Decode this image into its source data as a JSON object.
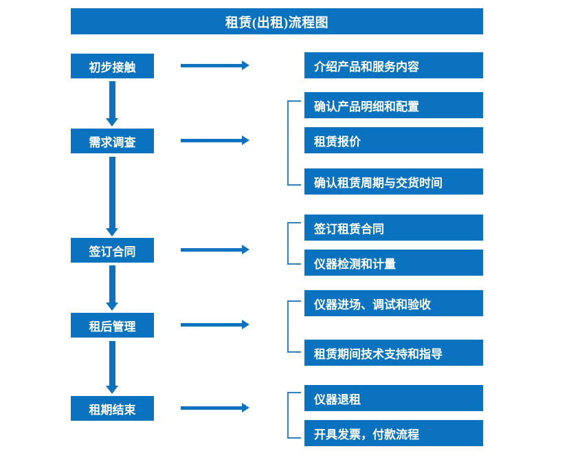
{
  "title": "租赁(出租)流程图",
  "colors": {
    "brand_blue": "#0a72bf",
    "bracket_blue": "#2f7fc4",
    "text_on_blue": "#ffffff",
    "background": "#ffffff"
  },
  "stages": [
    {
      "label": "初步接触"
    },
    {
      "label": "需求调查"
    },
    {
      "label": "签订合同"
    },
    {
      "label": "租后管理"
    },
    {
      "label": "租期结束"
    }
  ],
  "details": [
    {
      "label": "介绍产品和服务内容"
    },
    {
      "label": "确认产品明细和配置"
    },
    {
      "label": "租赁报价"
    },
    {
      "label": "确认租赁周期与交货时间"
    },
    {
      "label": "签订租赁合同"
    },
    {
      "label": "仪器检测和计量"
    },
    {
      "label": "仪器进场、调试和验收"
    },
    {
      "label": "租赁期间技术支持和指导"
    },
    {
      "label": "仪器退租"
    },
    {
      "label": "开具发票，付款流程"
    }
  ],
  "groups": [
    {
      "stage": "需求调查",
      "details": [
        "确认产品明细和配置",
        "租赁报价",
        "确认租赁周期与交货时间"
      ]
    },
    {
      "stage": "签订合同",
      "details": [
        "签订租赁合同",
        "仪器检测和计量"
      ]
    },
    {
      "stage": "租后管理",
      "details": [
        "仪器进场、调试和验收",
        "租赁期间技术支持和指导"
      ]
    },
    {
      "stage": "租期结束",
      "details": [
        "仪器退租",
        "开具发票，付款流程"
      ]
    }
  ]
}
